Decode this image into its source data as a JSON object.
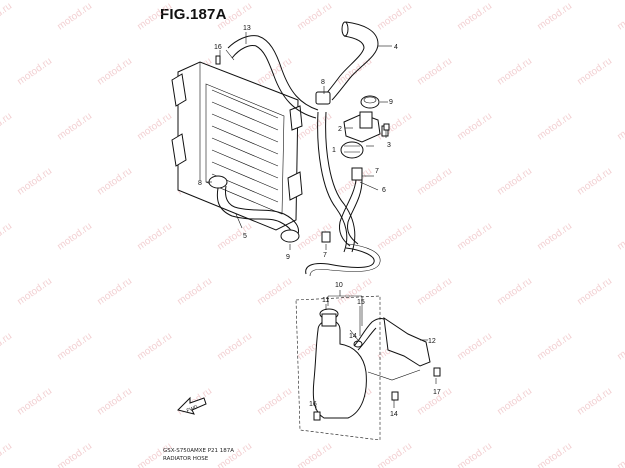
{
  "figure": {
    "title": "FIG.187A",
    "footer_line1": "GSX-S750AMXE P21 187A",
    "footer_line2": "RADIATOR HOSE",
    "direction_label": "FWD"
  },
  "watermark": {
    "text": "motod.ru",
    "color": "#e8a9ad"
  },
  "callouts": [
    "1",
    "2",
    "3",
    "4",
    "5",
    "6",
    "7",
    "7",
    "8",
    "8",
    "9",
    "9",
    "10",
    "11",
    "12",
    "13",
    "14",
    "14",
    "15",
    "16",
    "16",
    "17"
  ]
}
